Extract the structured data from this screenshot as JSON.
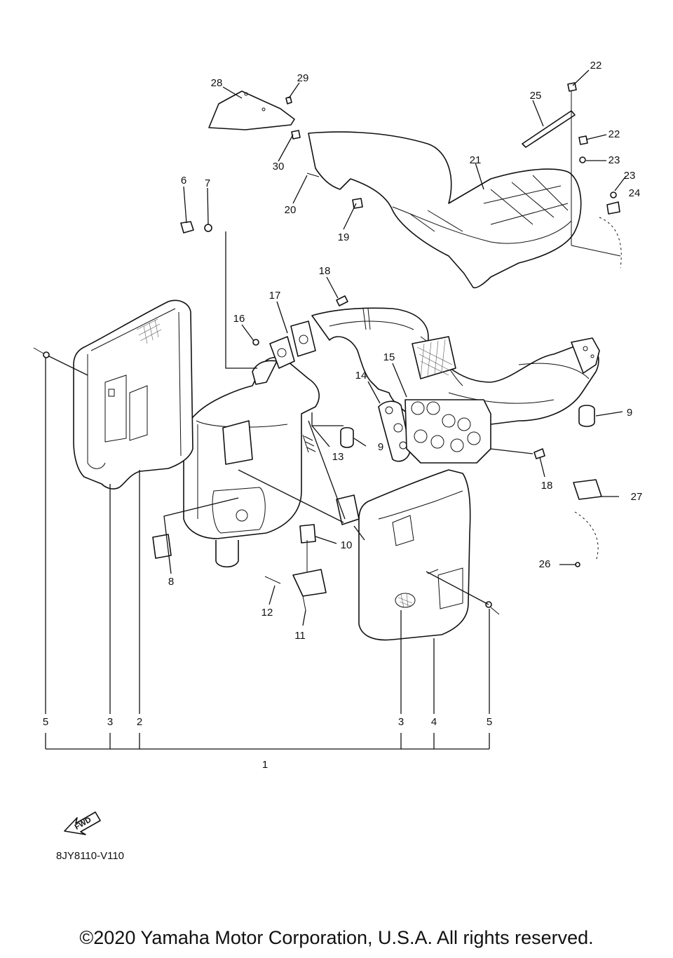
{
  "diagram": {
    "code": "8JY8110-V110",
    "fwd_label": "FWD",
    "callouts": {
      "c1": "1",
      "c2": "2",
      "c3a": "3",
      "c3b": "3",
      "c4": "4",
      "c5a": "5",
      "c5b": "5",
      "c6": "6",
      "c7": "7",
      "c8": "8",
      "c9a": "9",
      "c9b": "9",
      "c10": "10",
      "c11": "11",
      "c12": "12",
      "c13": "13",
      "c14": "14",
      "c15": "15",
      "c16": "16",
      "c17": "17",
      "c18a": "18",
      "c18b": "18",
      "c19": "19",
      "c20": "20",
      "c21": "21",
      "c22a": "22",
      "c22b": "22",
      "c23a": "23",
      "c23b": "23",
      "c24": "24",
      "c25": "25",
      "c26": "26",
      "c27": "27",
      "c28": "28",
      "c29": "29",
      "c30": "30"
    }
  },
  "copyright": "©2020 Yamaha Motor Corporation, U.S.A. All rights reserved."
}
